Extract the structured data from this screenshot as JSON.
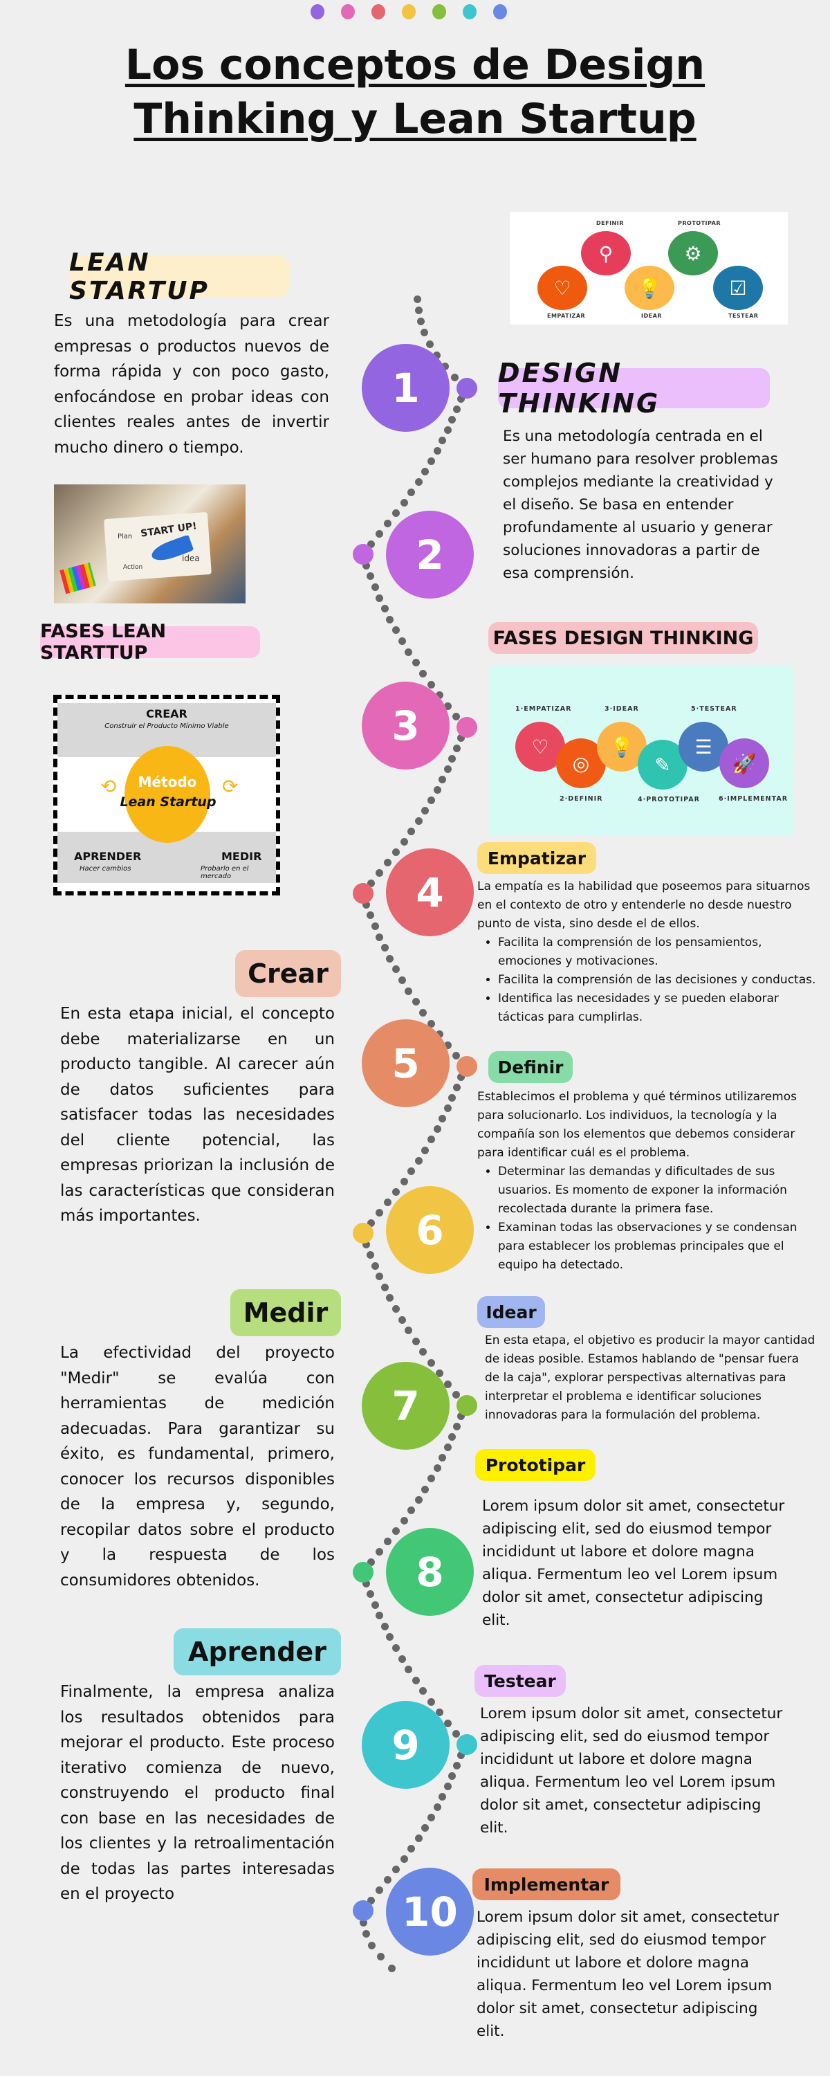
{
  "header": {
    "dots": [
      "#9365e0",
      "#e468b8",
      "#e5666f",
      "#f1c443",
      "#85bf3b",
      "#3ec6cf",
      "#6a88e3"
    ],
    "title_line1": "Los conceptos de Design",
    "title_line2": "Thinking y Lean Startup"
  },
  "lean_startup": {
    "heading": "LEAN STARTUP",
    "heading_bg": "#fdefcc",
    "description": "Es una metodología para crear empresas o productos nuevos de forma rápida y con poco gasto, enfocándose en probar ideas con clientes reales antes de invertir mucho dinero o tiempo.",
    "photo_labels": [
      "START UP!",
      "Plan",
      "Action",
      "idea"
    ]
  },
  "design_thinking": {
    "heading": "DESIGN THINKING",
    "heading_bg": "#eabffb",
    "description": "Es una metodología centrada en el ser humano para resolver problemas complejos mediante la creatividad y el diseño. Se basa en entender profundamente al usuario y generar soluciones innovadoras a partir de esa comprensión.",
    "image_steps": [
      {
        "label": "EMPATIZAR",
        "color": "#f05a0e",
        "icon": "heart-icon"
      },
      {
        "label": "DEFINIR",
        "color": "#e63d5b",
        "icon": "magnifier-icon"
      },
      {
        "label": "IDEAR",
        "color": "#fbba4a",
        "icon": "lightbulb-icon"
      },
      {
        "label": "PROTOTIPAR",
        "color": "#3b9a55",
        "icon": "gear-icon"
      },
      {
        "label": "TESTEAR",
        "color": "#1d78a8",
        "icon": "clipboard-icon"
      }
    ]
  },
  "fases_lean": {
    "heading": "FASES LEAN STARTTUP",
    "heading_bg": "#fcc5e5",
    "diagram": {
      "crear": "CREAR",
      "crear_sub": "Construir el Producto Mínimo Viable",
      "center_top": "Método",
      "center_bottom": "Lean Startup",
      "aprender": "APRENDER",
      "aprender_sub": "Hacer cambios",
      "medir": "MEDIR",
      "medir_sub": "Probarlo en el mercado"
    }
  },
  "fases_design": {
    "heading": "FASES DESIGN THINKING",
    "heading_bg": "#f7c2c7",
    "steps": [
      {
        "label": "1·EMPATIZAR",
        "color": "#e84860",
        "icon": "heart-person-icon"
      },
      {
        "label": "2·DEFINIR",
        "color": "#f05a14",
        "icon": "target-icon"
      },
      {
        "label": "3·IDEAR",
        "color": "#fbb447",
        "icon": "lightbulb-icon"
      },
      {
        "label": "4·PROTOTIPAR",
        "color": "#2fc4b0",
        "icon": "pencil-icon"
      },
      {
        "label": "5·TESTEAR",
        "color": "#4a7bbf",
        "icon": "checklist-icon"
      },
      {
        "label": "6·IMPLEMENTAR",
        "color": "#a35bd6",
        "icon": "rocket-icon"
      }
    ]
  },
  "timeline": [
    {
      "n": "1",
      "color": "#9365e0"
    },
    {
      "n": "2",
      "color": "#bf66e0"
    },
    {
      "n": "3",
      "color": "#e468b8"
    },
    {
      "n": "4",
      "color": "#e5666f"
    },
    {
      "n": "5",
      "color": "#e58c66"
    },
    {
      "n": "6",
      "color": "#f1c443"
    },
    {
      "n": "7",
      "color": "#85bf3b"
    },
    {
      "n": "8",
      "color": "#41c775"
    },
    {
      "n": "9",
      "color": "#3ec6cf"
    },
    {
      "n": "10",
      "color": "#6a88e3"
    }
  ],
  "lean_phases": [
    {
      "title": "Crear",
      "bg": "#f1c5b4",
      "text": "En esta etapa inicial, el concepto debe materializarse en un producto tangible. Al carecer aún de datos suficientes para satisfacer todas las necesidades del cliente potencial, las empresas priorizan la inclusión de las características que consideran más importantes."
    },
    {
      "title": "Medir",
      "bg": "#b6de7e",
      "text": "La efectividad del proyecto \"Medir\" se evalúa con herramientas de medición adecuadas. Para garantizar su éxito, es fundamental, primero, conocer los recursos disponibles de la empresa y, segundo, recopilar datos sobre el producto y la respuesta de los consumidores obtenidos."
    },
    {
      "title": "Aprender",
      "bg": "#8adce2",
      "text": "Finalmente, la empresa analiza los resultados obtenidos para mejorar el producto. Este proceso iterativo comienza de nuevo, construyendo el producto final con base en las necesidades de los clientes y la retroalimentación de todas las partes interesadas en el proyecto"
    }
  ],
  "design_phases": [
    {
      "title": "Empatizar",
      "bg": "#fddc7c",
      "text": "La empatía es la habilidad que poseemos para situarnos en el contexto de otro y entenderle no desde nuestro punto de vista, sino desde el de ellos.",
      "bullets": [
        "Facilita la comprensión de los pensamientos, emociones y motivaciones.",
        "Facilita la comprensión de las decisiones y conductas.",
        " Identifica las necesidades y se pueden elaborar tácticas para cumplirlas."
      ]
    },
    {
      "title": "Definir",
      "bg": "#86dba6",
      "text": "Establecimos el problema y qué términos utilizaremos para solucionarlo. Los individuos, la tecnología y la compañía son los elementos que debemos considerar para identificar cuál es el problema.",
      "bullets": [
        "Determinar las demandas y dificultades de sus usuarios. Es momento de exponer la información recolectada durante la primera fase.",
        "Examinan todas las observaciones y se condensan para establecer los problemas principales que el equipo ha detectado."
      ]
    },
    {
      "title": "Idear",
      "bg": "#a1b6f1",
      "text": "En esta etapa, el objetivo es producir la mayor cantidad de ideas posible. Estamos hablando de \"pensar fuera de la caja\", explorar perspectivas alternativas para interpretar el problema e identificar soluciones innovadoras para la formulación del problema."
    },
    {
      "title": "Prototipar",
      "bg": "#fff000",
      "text": "Lorem ipsum dolor sit amet, consectetur adipiscing elit, sed do eiusmod tempor incididunt ut labore et dolore magna aliqua. Fermentum leo vel Lorem ipsum dolor sit amet, consectetur adipiscing elit."
    },
    {
      "title": "Testear",
      "bg": "#ebbffc",
      "text": "Lorem ipsum dolor sit amet, consectetur adipiscing elit, sed do eiusmod tempor incididunt ut labore et dolore magna aliqua. Fermentum leo vel Lorem ipsum dolor sit amet, consectetur adipiscing elit."
    },
    {
      "title": "Implementar",
      "bg": "#e58c66",
      "text": "Lorem ipsum dolor sit amet, consectetur adipiscing elit, sed do eiusmod tempor incididunt ut labore et dolore magna aliqua. Fermentum leo vel Lorem ipsum dolor sit amet, consectetur adipiscing elit."
    }
  ]
}
